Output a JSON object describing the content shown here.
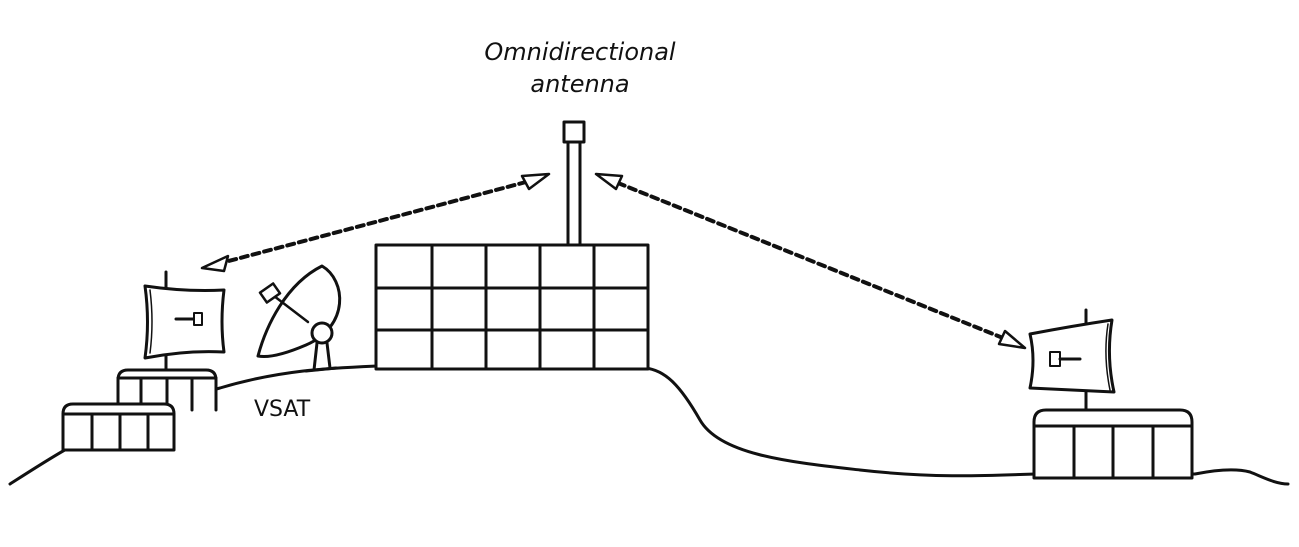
{
  "labels": {
    "omni_line1": "Omnidirectional",
    "omni_line2": "antenna",
    "vsat": "VSAT"
  },
  "colors": {
    "stroke": "#111111",
    "background": "#ffffff",
    "fill": "#ffffff"
  },
  "icons": {
    "omni_antenna": "mast-icon",
    "vsat_dish": "satellite-dish-icon",
    "directional_antenna": "panel-antenna-icon",
    "solar_array": "solar-panel-icon",
    "building": "building-icon"
  }
}
